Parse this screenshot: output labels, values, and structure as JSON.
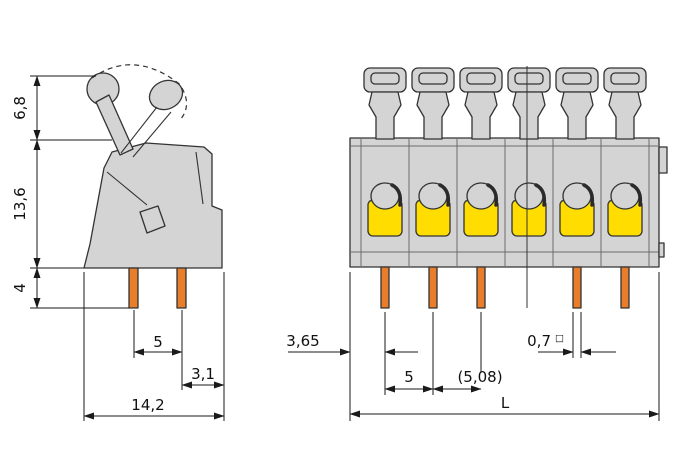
{
  "colors": {
    "background": "#ffffff",
    "body_gray": "#d4d4d4",
    "button_yellow": "#ffdd00",
    "pin_orange": "#e87d2c",
    "outline": "#333333",
    "dimension": "#1a1a1a"
  },
  "side_view": {
    "dims": {
      "lever_height": "6,8",
      "body_height": "13,6",
      "pin_length": "4",
      "pin_pitch": "5",
      "edge_offset": "3,1",
      "overall_width": "14,2"
    }
  },
  "front_view": {
    "dims": {
      "edge_to_first_pole": "3,65",
      "pin_pitch": "5",
      "pin_pitch_alt": "(5,08)",
      "pin_width": "0,7",
      "pin_square_symbol": "□",
      "overall_length": "L"
    }
  }
}
